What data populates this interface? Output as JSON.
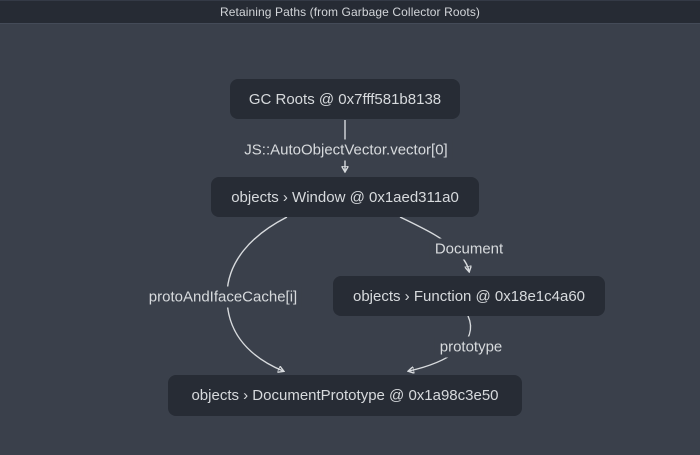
{
  "header": {
    "title": "Retaining Paths (from Garbage Collector Roots)"
  },
  "graph": {
    "nodes": [
      {
        "id": "gc-roots",
        "label": "GC Roots @ 0x7fff581b8138"
      },
      {
        "id": "window",
        "label": "objects › Window @ 0x1aed311a0"
      },
      {
        "id": "function",
        "label": "objects › Function @ 0x18e1c4a60"
      },
      {
        "id": "document-prototype",
        "label": "objects › DocumentPrototype @ 0x1a98c3e50"
      }
    ],
    "edges": [
      {
        "from": "gc-roots",
        "to": "window",
        "label": "JS::AutoObjectVector.vector[0]"
      },
      {
        "from": "window",
        "to": "function",
        "label": "Document"
      },
      {
        "from": "window",
        "to": "document-prototype",
        "label": "protoAndIfaceCache[i]"
      },
      {
        "from": "function",
        "to": "document-prototype",
        "label": "prototype"
      }
    ]
  },
  "colors": {
    "background": "#3a404b",
    "header_background": "#262b34",
    "header_border": "#444b58",
    "node_background": "#272c35",
    "text": "#d7dadd",
    "edge_line": "#d8dbde"
  }
}
